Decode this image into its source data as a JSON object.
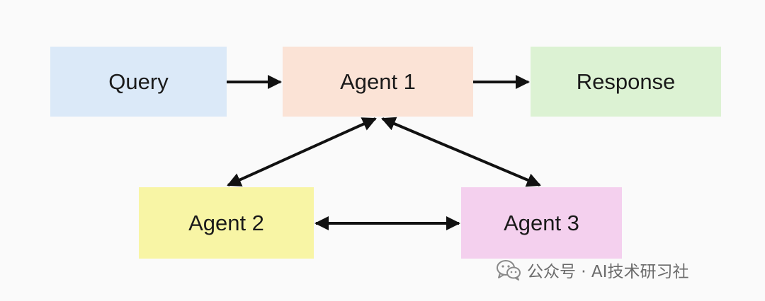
{
  "nodes": {
    "query": {
      "label": "Query",
      "color": "#dbe9f8"
    },
    "agent1": {
      "label": "Agent 1",
      "color": "#fbe3d6"
    },
    "response": {
      "label": "Response",
      "color": "#dcf2d3"
    },
    "agent2": {
      "label": "Agent 2",
      "color": "#f8f5a5"
    },
    "agent3": {
      "label": "Agent 3",
      "color": "#f4d0ee"
    }
  },
  "edges": [
    {
      "from": "query",
      "to": "agent1",
      "direction": "forward"
    },
    {
      "from": "agent1",
      "to": "response",
      "direction": "forward"
    },
    {
      "from": "agent1",
      "to": "agent2",
      "direction": "both"
    },
    {
      "from": "agent1",
      "to": "agent3",
      "direction": "both"
    },
    {
      "from": "agent2",
      "to": "agent3",
      "direction": "both"
    }
  ],
  "watermark": {
    "icon": "wechat-icon",
    "text": "公众号 · AI技术研习社"
  },
  "colors": {
    "background": "#fafafa",
    "arrow": "#111111",
    "watermark": "#6b6b6b"
  }
}
